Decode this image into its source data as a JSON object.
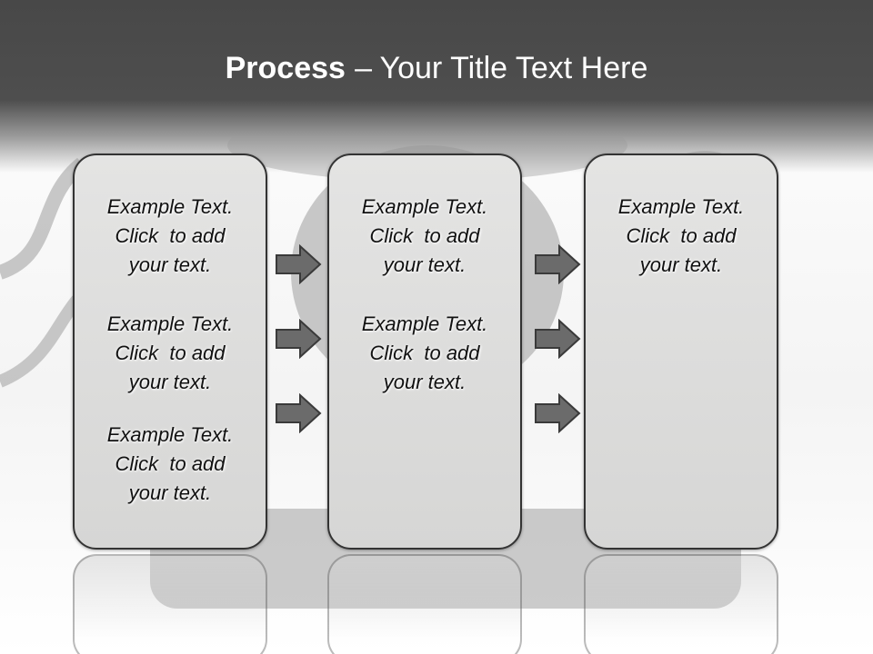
{
  "title": {
    "bold": "Process",
    "separator": "–",
    "rest": "Your Title Text Here"
  },
  "columns": [
    {
      "items": [
        {
          "line1": "Example Text.",
          "line2": "Click  to add",
          "line3": "your text."
        },
        {
          "line1": "Example Text.",
          "line2": "Click  to add",
          "line3": "your text."
        },
        {
          "line1": "Example Text.",
          "line2": "Click  to add",
          "line3": "your text."
        }
      ]
    },
    {
      "items": [
        {
          "line1": "Example Text.",
          "line2": "Click  to add",
          "line3": "your text."
        },
        {
          "line1": "Example Text.",
          "line2": "Click  to add",
          "line3": "your text."
        }
      ]
    },
    {
      "items": [
        {
          "line1": "Example Text.",
          "line2": "Click  to add",
          "line3": "your text."
        }
      ]
    }
  ],
  "arrow_color": "#6b6b6b"
}
